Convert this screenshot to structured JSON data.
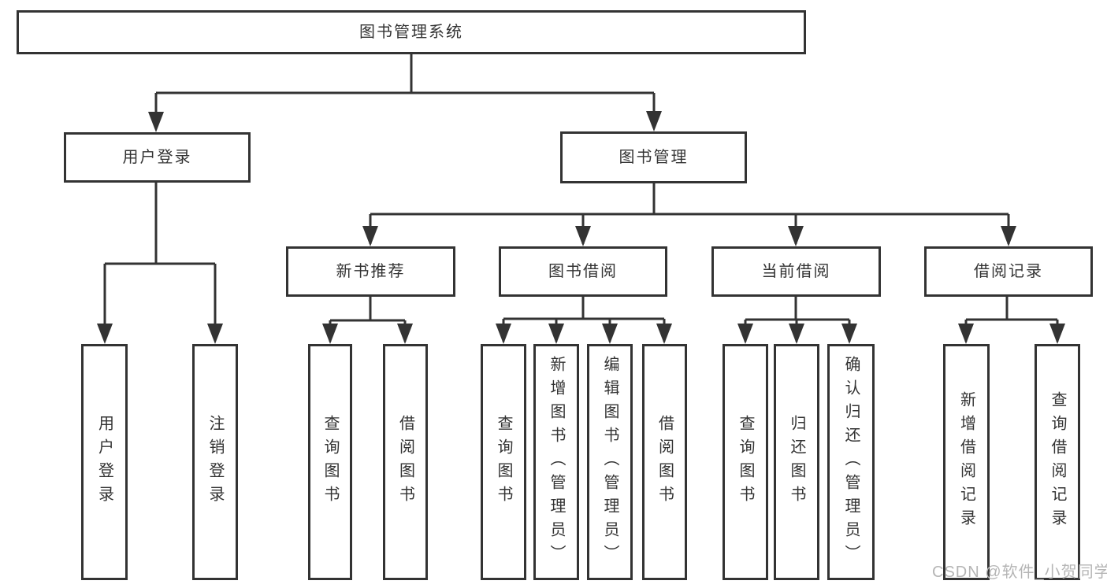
{
  "diagram": {
    "type": "hierarchy",
    "watermark": "CSDN @软件_小贺同学",
    "colors": {
      "line": "#333333",
      "text": "#333333",
      "box_background": "#ffffff",
      "page_background": "#ffffff",
      "watermark": "#b5b5b5"
    },
    "tree": {
      "label": "图书管理系统",
      "children": [
        {
          "label": "用户登录",
          "children": [
            {
              "label": "用户登录"
            },
            {
              "label": "注销登录"
            }
          ]
        },
        {
          "label": "图书管理",
          "children": [
            {
              "label": "新书推荐",
              "children": [
                {
                  "label": "查询图书"
                },
                {
                  "label": "借阅图书"
                }
              ]
            },
            {
              "label": "图书借阅",
              "children": [
                {
                  "label": "查询图书"
                },
                {
                  "label": "新增图书（管理员）"
                },
                {
                  "label": "编辑图书（管理员）"
                },
                {
                  "label": "借阅图书"
                }
              ]
            },
            {
              "label": "当前借阅",
              "children": [
                {
                  "label": "查询图书"
                },
                {
                  "label": "归还图书"
                },
                {
                  "label": "确认归还（管理员）"
                }
              ]
            },
            {
              "label": "借阅记录",
              "children": [
                {
                  "label": "新增借阅记录"
                },
                {
                  "label": "查询借阅记录"
                }
              ]
            }
          ]
        }
      ]
    }
  }
}
